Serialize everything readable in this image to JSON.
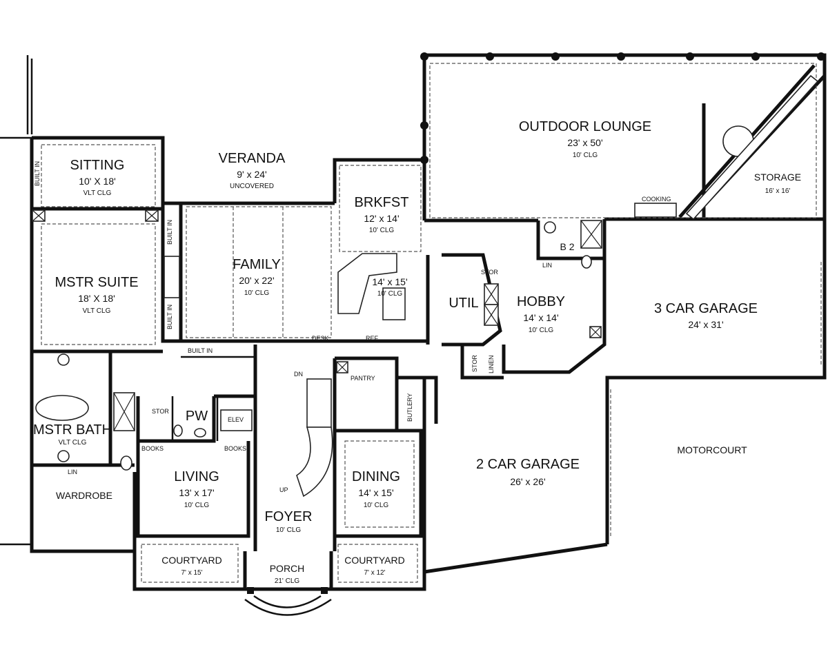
{
  "rooms": {
    "outdoor_lounge": {
      "name": "OUTDOOR LOUNGE",
      "size": "23' x 50'",
      "clg": "10' CLG"
    },
    "veranda": {
      "name": "VERANDA",
      "size": "9' x 24'",
      "clg": "UNCOVERED"
    },
    "sitting": {
      "name": "SITTING",
      "size": "10' X 18'",
      "clg": "VLT CLG"
    },
    "brkfst": {
      "name": "BRKFST",
      "size": "12' x 14'",
      "clg": "10' CLG"
    },
    "storage": {
      "name": "STORAGE",
      "size": "16' x 16'"
    },
    "family": {
      "name": "FAMILY",
      "size": "20' x 22'",
      "clg": "10' CLG"
    },
    "mstr_suite": {
      "name": "MSTR SUITE",
      "size": "18' X 18'",
      "clg": "VLT CLG"
    },
    "kitchen": {
      "size": "14' x 15'",
      "clg": "10' CLG"
    },
    "util": {
      "name": "UTIL"
    },
    "hobby": {
      "name": "HOBBY",
      "size": "14' x 14'",
      "clg": "10' CLG"
    },
    "b2": {
      "name": "B 2"
    },
    "three_car_garage": {
      "name": "3 CAR GARAGE",
      "size": "24' x 31'"
    },
    "mstr_bath": {
      "name": "MSTR BATH",
      "clg": "VLT CLG"
    },
    "pw": {
      "name": "PW"
    },
    "living": {
      "name": "LIVING",
      "size": "13' x 17'",
      "clg": "10' CLG"
    },
    "dining": {
      "name": "DINING",
      "size": "14' x 15'",
      "clg": "10' CLG"
    },
    "two_car_garage": {
      "name": "2 CAR GARAGE",
      "size": "26' x 26'"
    },
    "motorcourt": {
      "name": "MOTORCOURT"
    },
    "wardrobe": {
      "name": "WARDROBE"
    },
    "foyer": {
      "name": "FOYER",
      "clg": "10' CLG"
    },
    "courtyard_left": {
      "name": "COURTYARD",
      "size": "7' x 15'"
    },
    "porch": {
      "name": "PORCH",
      "clg": "21' CLG"
    },
    "courtyard_right": {
      "name": "COURTYARD",
      "size": "7' x 12'"
    }
  },
  "labels": {
    "built_in": "BUILT IN",
    "cooking": "COOKING",
    "desk": "DESK",
    "ref": "REF",
    "stor": "STOR",
    "linen": "LINEN",
    "lin": "LIN",
    "pantry": "PANTRY",
    "butlery": "BUTLERY",
    "elev": "ELEV",
    "books": "BOOKS",
    "dn": "DN",
    "up": "UP"
  }
}
